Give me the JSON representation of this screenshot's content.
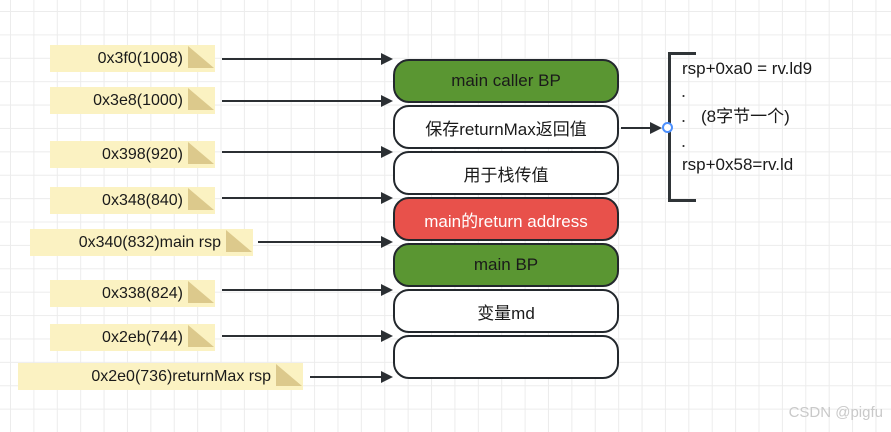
{
  "diagram": {
    "address_labels": [
      {
        "text": "0x3f0(1008)"
      },
      {
        "text": "0x3e8(1000)"
      },
      {
        "text": "0x398(920)"
      },
      {
        "text": "0x348(840)"
      },
      {
        "text": "0x340(832)main rsp"
      },
      {
        "text": "0x338(824)"
      },
      {
        "text": "0x2eb(744)"
      },
      {
        "text": "0x2e0(736)returnMax rsp"
      }
    ],
    "stack_cells": [
      {
        "label": "main caller BP",
        "fill": "green"
      },
      {
        "label": "保存returnMax返回值",
        "fill": "white"
      },
      {
        "label": "用于栈传值",
        "fill": "white"
      },
      {
        "label": "main的return address",
        "fill": "red"
      },
      {
        "label": "main BP",
        "fill": "green"
      },
      {
        "label": "变量md",
        "fill": "white"
      },
      {
        "label": "",
        "fill": "white"
      }
    ],
    "bracket_note": {
      "line_top": "rsp+0xa0 = rv.ld9",
      "dots": [
        ".",
        ".",
        "."
      ],
      "side_note": "(8字节一个)",
      "line_bottom": "rsp+0x58=rv.ld"
    },
    "watermark": "CSDN @pigfu",
    "colors": {
      "cell_green": "#5A9632",
      "cell_red": "#E8514B",
      "cell_white": "#FFFFFF",
      "cell_stroke": "#23282D",
      "note_yellow": "#FBF2C2",
      "note_fold": "#DCC98C",
      "connector_dark": "#2B2F33",
      "endpoint_blue": "#4D90FE",
      "watermark_gray": "#C9C9C9"
    }
  }
}
